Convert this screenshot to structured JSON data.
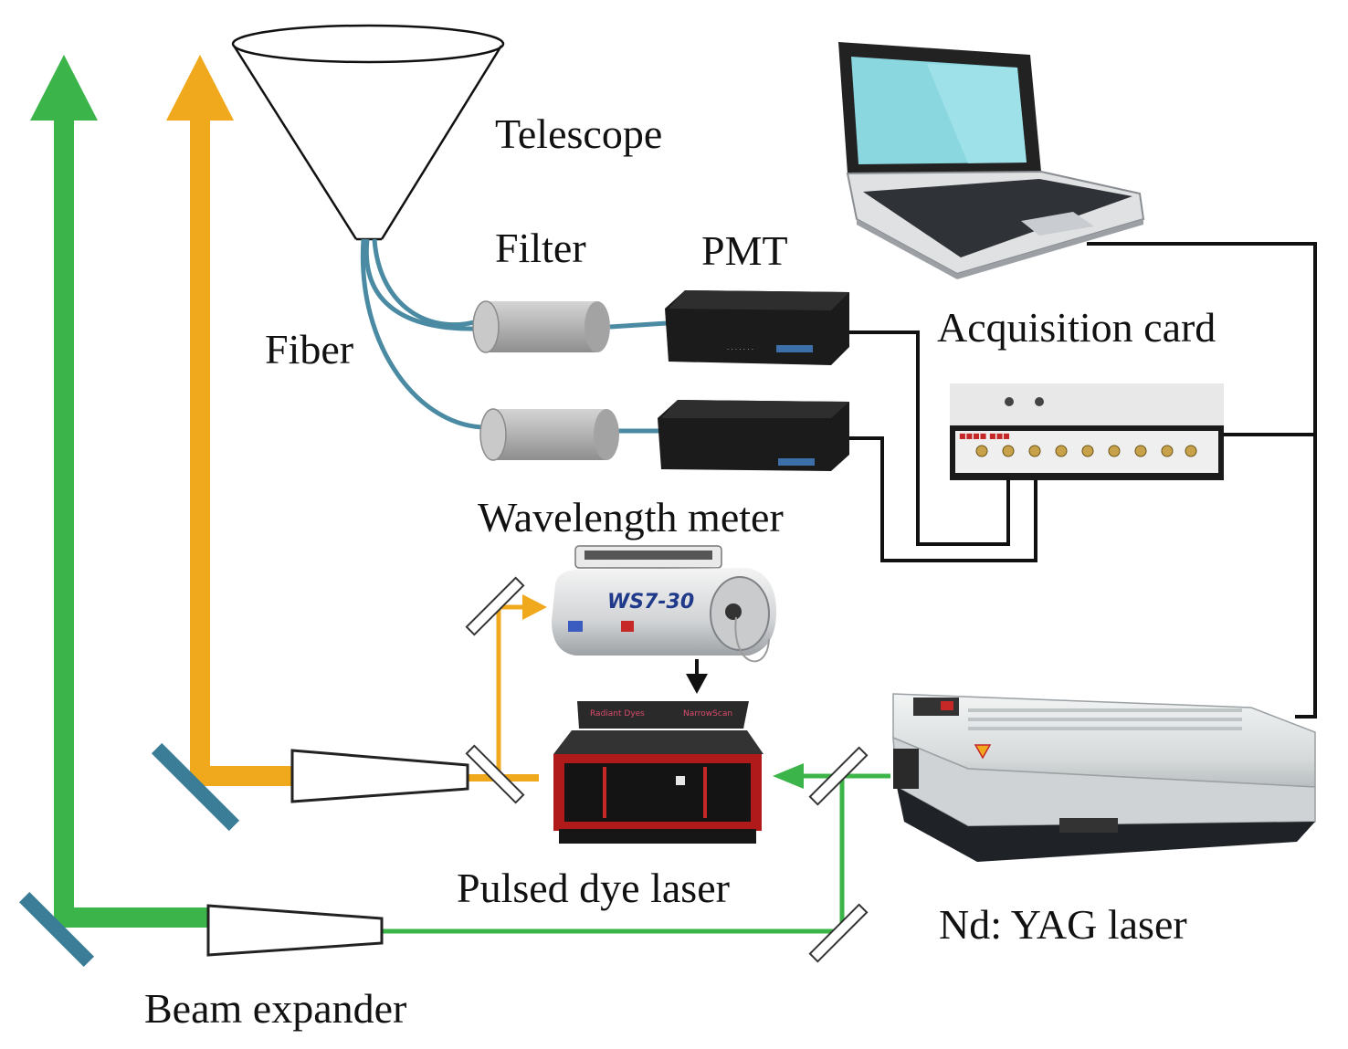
{
  "colors": {
    "green_beam": "#3bb54a",
    "orange_beam": "#f0a91c",
    "fiber": "#4a8aa3",
    "mirror": "#3b7d96",
    "cable": "#111111",
    "filter_body": "#b3b3b3",
    "device_dark": "#1b1b1b",
    "laptop_screen": "#8ad7e0"
  },
  "labels": {
    "telescope": "Telescope",
    "filter": "Filter",
    "pmt": "PMT",
    "fiber": "Fiber",
    "acquisition_card": "Acquisition card",
    "wavelength_meter": "Wavelength meter",
    "pulsed_dye_laser": "Pulsed dye laser",
    "nd_yag_laser": "Nd: YAG laser",
    "beam_expander": "Beam expander"
  },
  "device_text": {
    "wavemeter_model": "WS7-30",
    "dye_laser_left": "Radiant Dyes",
    "dye_laser_right": "NarrowScan"
  }
}
